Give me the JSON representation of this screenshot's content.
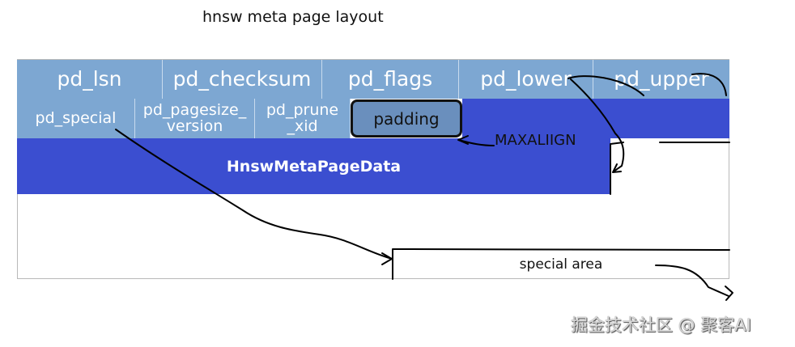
{
  "diagram": {
    "title": "hnsw meta page layout",
    "header_row1": [
      "pd_lsn",
      "pd_checksum",
      "pd_flags",
      "pd_lower",
      "pd_upper"
    ],
    "header_row2": [
      "pd_special",
      "pd_pagesize_\nversion",
      "pd_prune\n_xid"
    ],
    "padding_label": "padding",
    "meta_data_label": "HnswMetaPageData",
    "maxalign_label": "MAXALIIGN",
    "special_area_label": "special area",
    "watermark": "掘金技术社区 @ 聚客AI",
    "colors": {
      "header_cell": "#7da7d2",
      "padding_cell": "#6a8fbd",
      "meta_block": "#3b4ed0"
    }
  }
}
